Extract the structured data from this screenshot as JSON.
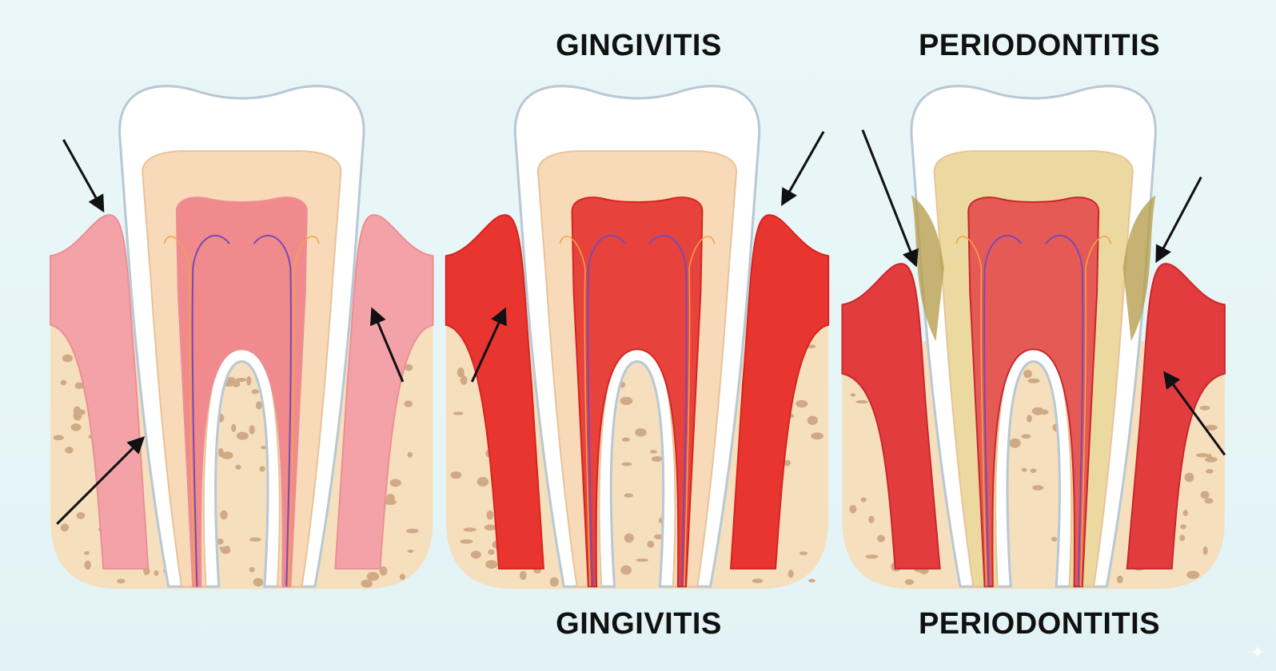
{
  "titles": {
    "top_middle": "GINGIVITIS",
    "top_right": "PERIODONTITIS",
    "bottom_middle": "GINGIVITIS",
    "bottom_right": "PERIODONTITIS"
  },
  "panels": [
    {
      "stage": "healthy",
      "gum": "#f3a3a8",
      "gum_dark": "#ec8e95",
      "dentin": "#f8d9b8",
      "pulp": "#f08a8c"
    },
    {
      "stage": "gingivitis",
      "gum": "#e8352f",
      "gum_dark": "#d42620",
      "dentin": "#f8d9b8",
      "pulp": "#e8423c"
    },
    {
      "stage": "periodontitis",
      "gum": "#e33c3e",
      "gum_dark": "#c9282c",
      "dentin": "#ecd9a0",
      "pulp": "#e65a55"
    }
  ],
  "colors": {
    "bone": "#f6dfbd",
    "bone_spot": "#cfaa85",
    "enamel": "#ffffff",
    "outline": "#b9c8d4",
    "tartar": "#b8a050"
  },
  "watermark_icon": "sparkle-icon"
}
